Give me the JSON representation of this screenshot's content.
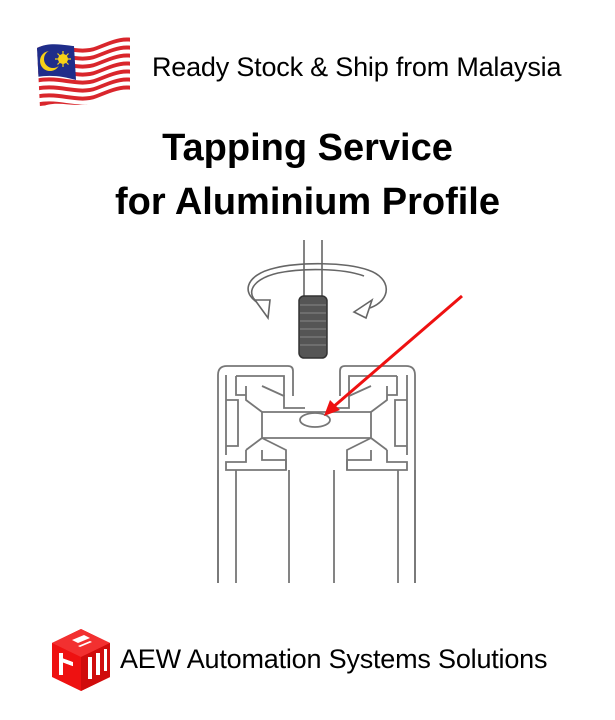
{
  "header": {
    "flag_icon": "malaysia-flag-icon",
    "tagline": "Ready Stock & Ship from Malaysia"
  },
  "title": {
    "line1": "Tapping Service",
    "line2": "for Aluminium Profile"
  },
  "illustration": {
    "description": "Tap rotating into aluminium profile center hole",
    "arrow_color": "#ee1111",
    "line_color": "#555555"
  },
  "footer": {
    "logo_icon": "aew-cube-logo-icon",
    "logo_color": "#ee1111",
    "company_name": "AEW Automation Systems Solutions"
  },
  "colors": {
    "flag_red": "#d9262c",
    "flag_blue": "#1f2d8a",
    "flag_yellow": "#f7d117"
  }
}
